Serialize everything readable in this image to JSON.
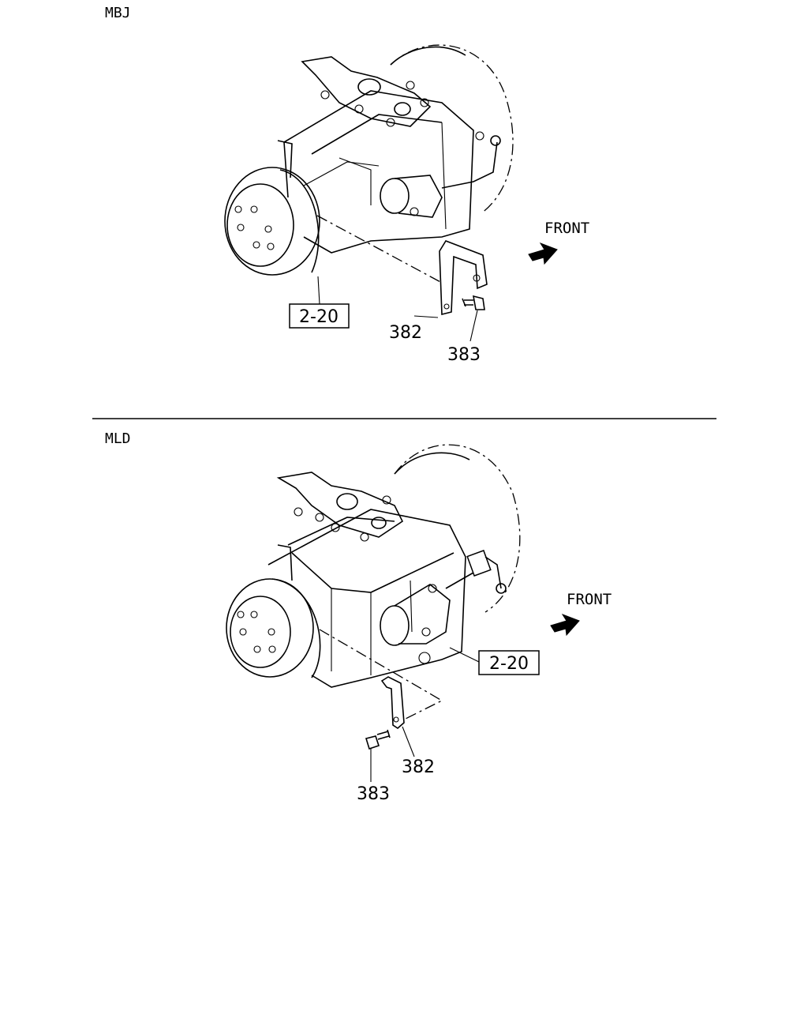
{
  "sections": [
    {
      "code": "MBJ",
      "front_label": "FRONT",
      "ref_box": "2-20",
      "callouts": [
        "382",
        "383"
      ]
    },
    {
      "code": "MLD",
      "front_label": "FRONT",
      "ref_box": "2-20",
      "callouts": [
        "382",
        "383"
      ]
    }
  ],
  "icons": [
    "front-arrow-icon"
  ]
}
